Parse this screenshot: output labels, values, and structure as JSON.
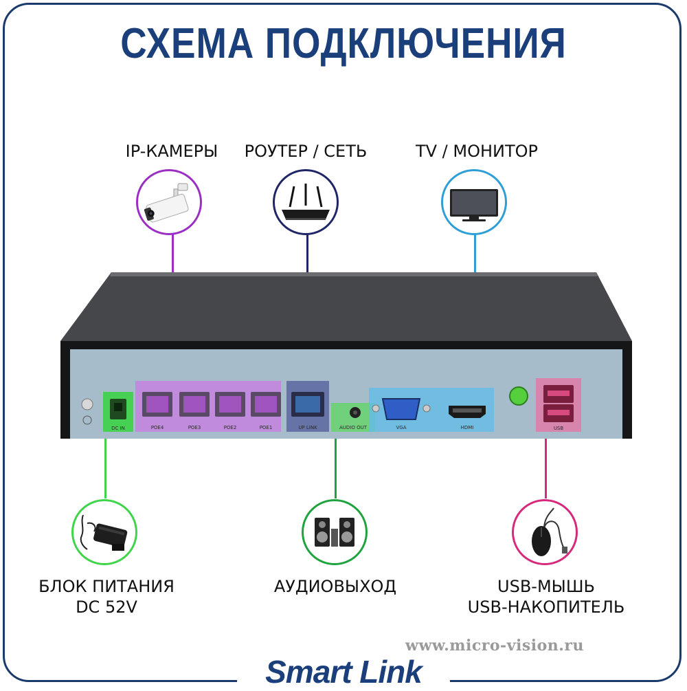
{
  "title": "СХЕМА ПОДКЛЮЧЕНИЯ",
  "top_devices": {
    "cameras": "IP-КАМЕРЫ",
    "router": "РОУТЕР / СЕТЬ",
    "monitor": "TV / МОНИТОР"
  },
  "bottom_devices": {
    "power_line1": "БЛОК ПИТАНИЯ",
    "power_line2": "DC 52V",
    "audio": "АУДИОВЫХОД",
    "usb_line1": "USB-МЫШЬ",
    "usb_line2": "USB-НАКОПИТЕЛЬ"
  },
  "ports": {
    "dc_in": "DC IN",
    "poe4": "POE4",
    "poe3": "POE3",
    "poe2": "POE2",
    "poe1": "POE1",
    "uplink": "UP LINK",
    "audio_out": "AUDIO OUT",
    "vga": "VGA",
    "hdmi": "HDMI",
    "usb": "USB"
  },
  "website": "www.micro-vision.ru",
  "brand": "Smart Link",
  "colors": {
    "title": "#1b3f7a",
    "frame": "#1b3a6b",
    "cameras": "#9b2fc4",
    "router": "#1f2566",
    "monitor": "#2e9fd6",
    "power": "#3fd44a",
    "audio": "#1fa33f",
    "usb": "#d6297c"
  }
}
